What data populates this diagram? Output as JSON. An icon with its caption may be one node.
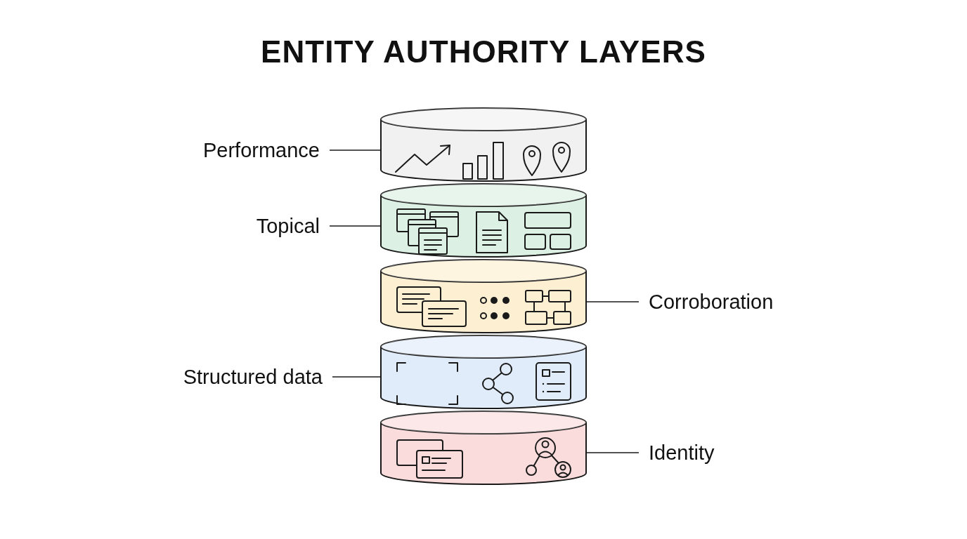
{
  "diagram": {
    "title": "ENTITY AUTHORITY LAYERS",
    "nodes": [
      {
        "text": [
          "Performance"
        ]
      },
      {
        "text": [],
        "shape": "cylinder"
      },
      {
        "text": [
          "Topical"
        ]
      },
      {
        "text": [],
        "shape": "cylinder"
      },
      {
        "text": [],
        "shape": "cylinder"
      },
      {
        "text": [
          "Corroboration"
        ]
      },
      {
        "text": [
          "Structured data"
        ]
      },
      {
        "text": [],
        "shape": "cylinder"
      },
      {
        "text": [],
        "shape": "cylinder"
      },
      {
        "text": [
          "Identity"
        ]
      }
    ],
    "edges": [
      {
        "from": 0,
        "to": 1,
        "arrow": "none"
      },
      {
        "from": 2,
        "to": 3,
        "arrow": "none"
      },
      {
        "from": 5,
        "to": 4,
        "arrow": "none"
      },
      {
        "from": 6,
        "to": 7,
        "arrow": "none"
      },
      {
        "from": 9,
        "to": 8,
        "arrow": "none"
      }
    ]
  }
}
